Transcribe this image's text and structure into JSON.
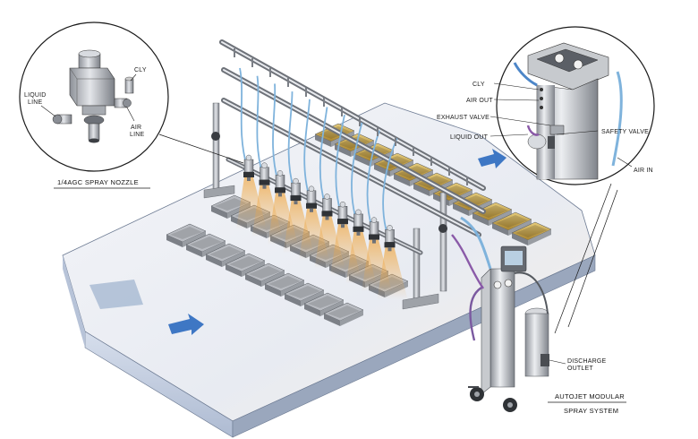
{
  "nozzle_callout": {
    "caption": "1/4AGC SPRAY NOZZLE",
    "labels": {
      "cly": "CLY",
      "liquid_line_1": "LIQUID",
      "liquid_line_2": "LINE",
      "air_line_1": "AIR",
      "air_line_2": "LINE"
    }
  },
  "system_callout": {
    "labels": {
      "cly": "CLY",
      "air_out": "AIR OUT",
      "exhaust_valve": "EXHAUST VALVE",
      "liquid_out": "LIQUID OUT",
      "safety_valve": "SAFETY VALVE",
      "air_in": "AIR IN"
    }
  },
  "cart": {
    "discharge_1": "DISCHARGE",
    "discharge_2": "OUTLET",
    "caption_1": "AUTOJET MODULAR",
    "caption_2": "SPRAY SYSTEM"
  },
  "colors": {
    "conveyor_top": "#e9ecf3",
    "conveyor_side": "#c9d3e4",
    "pan_gold": "#c9a94c",
    "pan_steel": "#b9bcc2",
    "hose_blue": "#7fb3dc",
    "hose_purple": "#8a5aa8",
    "flow_arrow": "#3e77c4",
    "spray_orange": "#f0a640"
  },
  "nozzle_count": 10
}
